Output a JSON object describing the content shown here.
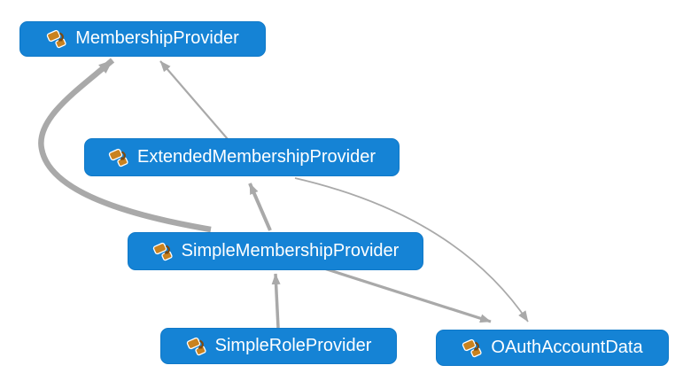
{
  "diagram": {
    "kind": "class-dependency-graph",
    "nodes": [
      {
        "id": "membership-provider",
        "label": "MembershipProvider",
        "icon": "class-icon"
      },
      {
        "id": "extended-membership-provider",
        "label": "ExtendedMembershipProvider",
        "icon": "class-icon"
      },
      {
        "id": "simple-membership-provider",
        "label": "SimpleMembershipProvider",
        "icon": "class-icon"
      },
      {
        "id": "simple-role-provider",
        "label": "SimpleRoleProvider",
        "icon": "class-icon"
      },
      {
        "id": "oauth-account-data",
        "label": "OAuthAccountData",
        "icon": "class-icon"
      }
    ],
    "edges": [
      {
        "from": "SimpleMembershipProvider",
        "to": "MembershipProvider",
        "weight": "heavy",
        "style": "curved"
      },
      {
        "from": "ExtendedMembershipProvider",
        "to": "MembershipProvider",
        "weight": "light",
        "style": "straight"
      },
      {
        "from": "SimpleMembershipProvider",
        "to": "ExtendedMembershipProvider",
        "weight": "medium",
        "style": "straight"
      },
      {
        "from": "SimpleRoleProvider",
        "to": "SimpleMembershipProvider",
        "weight": "medium",
        "style": "straight"
      },
      {
        "from": "SimpleMembershipProvider",
        "to": "OAuthAccountData",
        "weight": "medium",
        "style": "straight"
      },
      {
        "from": "ExtendedMembershipProvider",
        "to": "OAuthAccountData",
        "weight": "light",
        "style": "curved"
      }
    ],
    "colors": {
      "node_fill": "#1583d5",
      "node_text": "#ffffff",
      "edge_gray": "#a9a9a9",
      "icon_orange": "#c9821f",
      "icon_dark_arrow": "#7c4a10",
      "background": "#ffffff"
    }
  }
}
